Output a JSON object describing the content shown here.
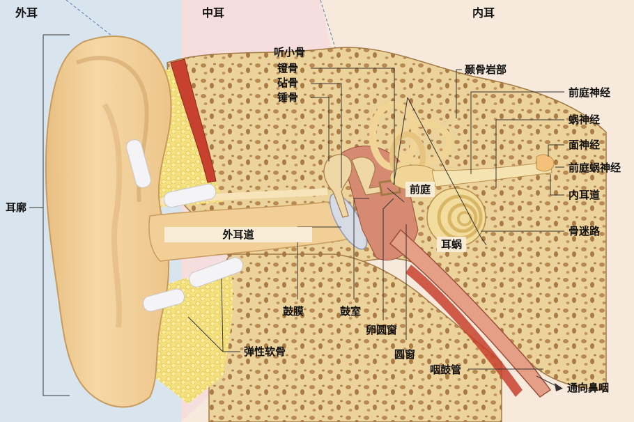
{
  "regions": {
    "outer_ear": "外耳",
    "middle_ear": "中耳",
    "inner_ear": "内耳"
  },
  "labels": {
    "auricle": "耳廓",
    "ear_canal": "外耳道",
    "ossicles": "听小骨",
    "stapes": "镫骨",
    "incus": "砧骨",
    "malleus": "锤骨",
    "petrous_temporal": "颞骨岩部",
    "vestibular_nerve": "前庭神经",
    "cochlear_nerve": "蜗神经",
    "facial_nerve": "面神经",
    "vestibulocochlear_nerve": "前庭蜗神经",
    "internal_canal": "内耳道",
    "vestibule": "前庭",
    "cochlea": "耳蜗",
    "bony_labyrinth": "骨迷路",
    "eardrum": "鼓膜",
    "tympanic_cavity": "鼓室",
    "oval_window": "卵圆窗",
    "round_window": "圆窗",
    "elastic_cartilage": "弹性软骨",
    "eustachian_tube": "咽鼓管",
    "to_nasopharynx": "通向鼻咽"
  },
  "colors": {
    "outer_bg": "#d8e4ee",
    "middle_bg": "#f7dede",
    "inner_bg": "#f7eadc",
    "skin": "#f1cf98",
    "bone": "#e9cf96",
    "bone_pore": "#b88a52",
    "cartilage": "#f3e07a",
    "muscle": "#c8412e",
    "leader": "#333333"
  }
}
